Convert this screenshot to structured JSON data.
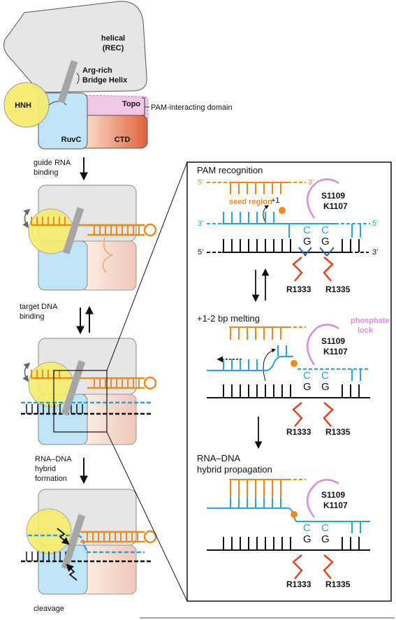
{
  "domains": {
    "helical": "helical",
    "rec": "(REC)",
    "hnh": "HNH",
    "ruvc": "RuvC",
    "topo": "Topo",
    "ctd": "CTD",
    "bridge_helix_1": "Arg-rich",
    "bridge_helix_2": "Bridge Helix",
    "pam_domain": "PAM-interacting domain"
  },
  "steps": {
    "guide_rna_1": "guide RNA",
    "guide_rna_2": "binding",
    "target_dna_1": "target DNA",
    "target_dna_2": "binding",
    "hybrid_1": "RNA–DNA",
    "hybrid_2": "hybrid",
    "hybrid_3": "formation",
    "cleavage": "cleavage"
  },
  "panels": {
    "pam_recognition": "PAM recognition",
    "melting": "+1-2 bp melting",
    "propagation_1": "RNA–DNA",
    "propagation_2": "hybrid propagation"
  },
  "strand_ends": {
    "five_prime": "5'",
    "three_prime": "3'"
  },
  "annotations": {
    "seed_region": "seed region",
    "plus_one": "+1",
    "phosphate_1": "phosphate",
    "phosphate_2": "lock"
  },
  "residues": {
    "s1109": "S1109",
    "k1107": "K1107",
    "r1333": "R1333",
    "r1335": "R1335"
  },
  "bases": {
    "c": "C",
    "g": "G"
  },
  "colors": {
    "rna": "#ee8a1a",
    "target_strand": "#29a3d8",
    "dna_black": "#111111",
    "phosphate_lock": "#d88fd0",
    "arginine": "#e04422",
    "helical_fill": "#e6e6e6",
    "hnh_fill": "#f6ec6a",
    "ruvc_fill": "#bfe4f5",
    "topo_fill": "#f0c8e4",
    "ctd_fill": "#f3c9a8"
  }
}
